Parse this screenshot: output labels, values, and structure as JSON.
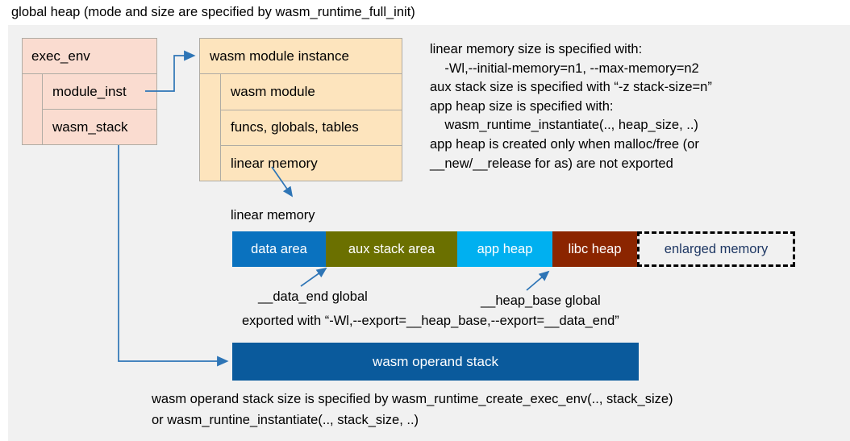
{
  "caption": {
    "top": "global heap (mode and size are specified by wasm_runtime_full_init)"
  },
  "exec_env_box": {
    "title": "exec_env",
    "fields": [
      {
        "label": "module_inst"
      },
      {
        "label": "wasm_stack"
      }
    ],
    "fill_color": "#fadcd0"
  },
  "module_instance_box": {
    "title": "wasm module instance",
    "fields": [
      {
        "label": "wasm module"
      },
      {
        "label": "funcs, globals, tables"
      },
      {
        "label": "linear memory"
      }
    ],
    "fill_color": "#fde4bd"
  },
  "notes": {
    "right": "linear memory size is specified with:\n    -Wl,--initial-memory=n1, --max-memory=n2\naux stack size is specified with “-z stack-size=n”\napp heap size is specified with:\n    wasm_runtime_instantiate(.., heap_size, ..)\napp heap is created only when malloc/free (or\n__new/__release for as) are not exported",
    "bottom": "wasm operand stack size is specified by wasm_runtime_create_exec_env(.., stack_size)\nor wasm_runtine_instantiate(.., stack_size, ..)"
  },
  "linear_memory": {
    "label": "linear memory",
    "segments": [
      {
        "label": "data area",
        "color": "#0a72bf",
        "text_color": "#ffffff",
        "width": 116
      },
      {
        "label": "aux stack area",
        "color": "#6b7000",
        "text_color": "#ffffff",
        "width": 163
      },
      {
        "label": "app heap",
        "color": "#00b0f0",
        "text_color": "#ffffff",
        "width": 118
      },
      {
        "label": "libc heap",
        "color": "#8b2500",
        "text_color": "#ffffff",
        "width": 105
      },
      {
        "label": "enlarged memory",
        "color": "#f1f1f1",
        "text_color": "#1f3864",
        "width": 196
      }
    ]
  },
  "annotations": {
    "data_end": "__data_end global",
    "heap_base": "__heap_base global",
    "exported": "exported with “-Wl,--export=__heap_base,--export=__data_end”"
  },
  "operand_stack": {
    "label": "wasm operand stack",
    "color": "#0a5a9c"
  },
  "palette": {
    "background": "#ffffff",
    "panel": "#f1f1f1",
    "arrow": "#2e75b6",
    "box_border": "#b0aca4"
  }
}
